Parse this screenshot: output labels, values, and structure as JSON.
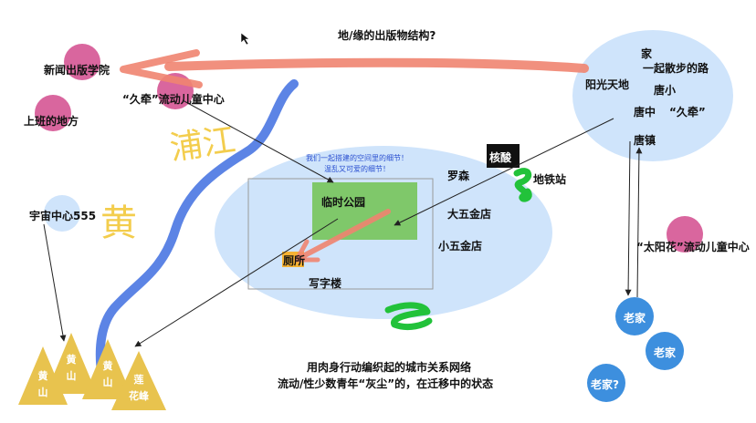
{
  "title": "地/缘的出版物结构?",
  "nodes": {
    "publishing": "新闻出版学院",
    "workplace": "上班的地方",
    "jiuqian_center": "“久牵”流动儿童中心",
    "cosmos": "宇宙中心555",
    "park": "临时公园",
    "toilet": "厕所",
    "office": "写字楼",
    "luosen": "罗森",
    "metro": "地铁站",
    "hesuan": "核酸",
    "big5": "大五金店",
    "small5": "小五金店",
    "home": "家",
    "walk": "一起散步的路",
    "sunshine": "阳光天地",
    "tangxiao": "唐小",
    "tangzhong": "唐中",
    "jiuqian": "“久牵”",
    "tangzhen": "唐镇",
    "sunflower": "“太阳花”流动儿童中心",
    "hometown1": "老家",
    "hometown2": "老家",
    "hometown3": "老家?",
    "note": "我们一起搭建的空间里的细节！温乱又可爱的细节！"
  },
  "mountains": [
    {
      "top": "黄",
      "bottom": "山"
    },
    {
      "top": "黄",
      "bottom": "山"
    },
    {
      "top": "黄",
      "bottom": "山"
    },
    {
      "top": "莲",
      "bottom": "花峰"
    }
  ],
  "handwriting": {
    "river": "浦江",
    "yellow": "黄"
  },
  "caption": {
    "line1": "用肉身行动编织起的城市关系网络",
    "line2": "流动/性少数青年“灰尘”的，在迁移中的状态"
  },
  "colors": {
    "pink_node": "#d9669e",
    "light_blue": "#cfe4fb",
    "blue_node": "#3d8fde",
    "river": "#3f6fe0",
    "arrow": "#f08470",
    "park_green": "#7fc86a",
    "mountain": "#e8c34e",
    "scribble_green": "#22c23a",
    "handwriting_yellow": "#f1c52f"
  }
}
